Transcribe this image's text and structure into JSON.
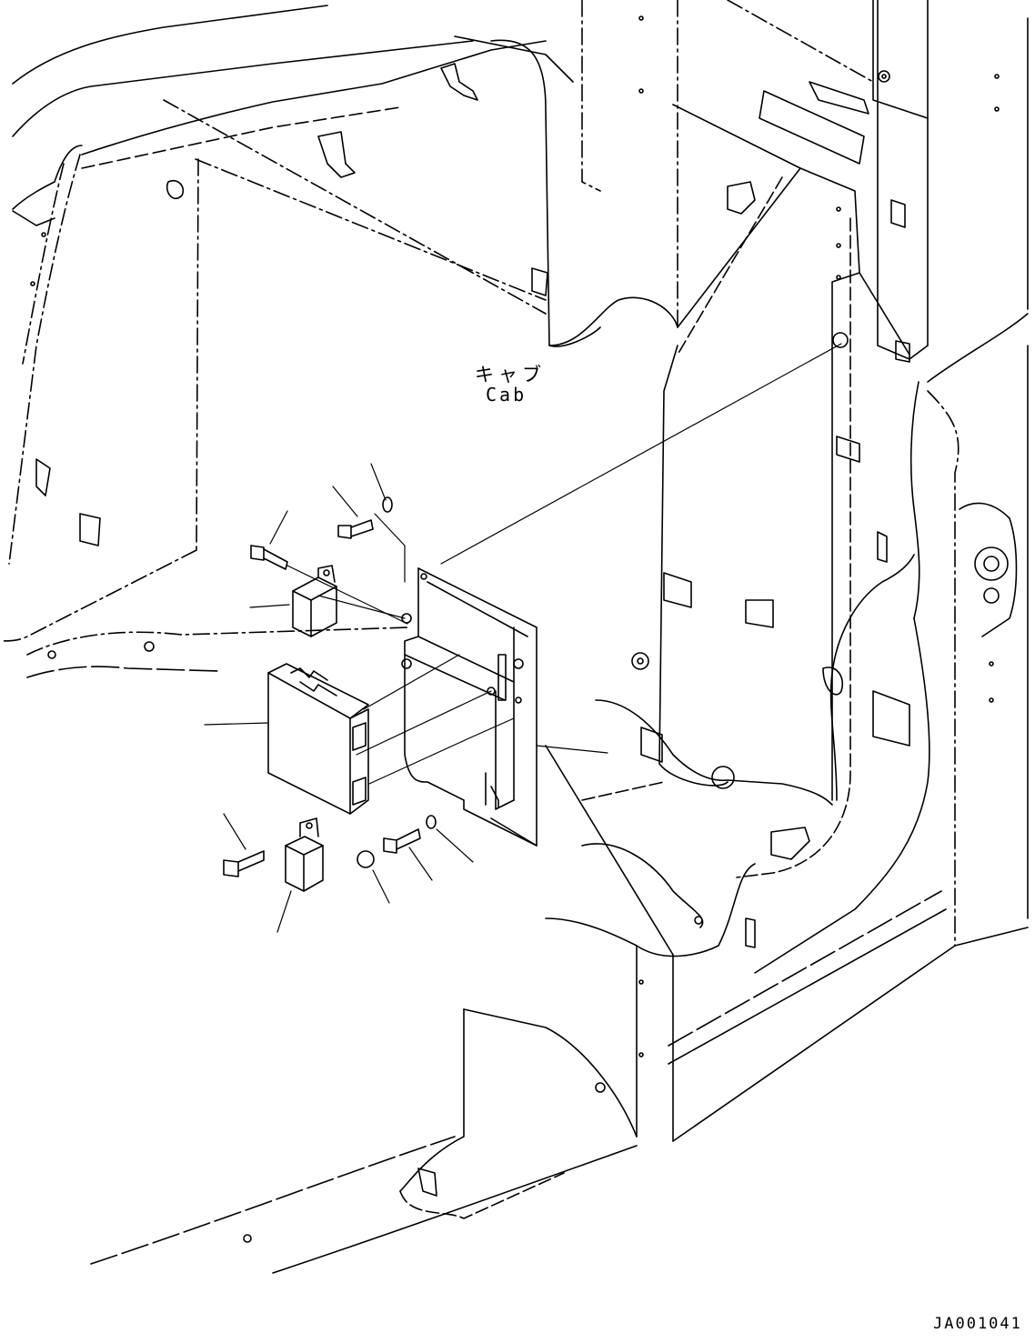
{
  "labels": {
    "cab_jp": "キャブ",
    "cab_en": "Cab"
  },
  "drawing_code": "JA001041",
  "colors": {
    "ink": "#000000",
    "background": "#ffffff"
  }
}
